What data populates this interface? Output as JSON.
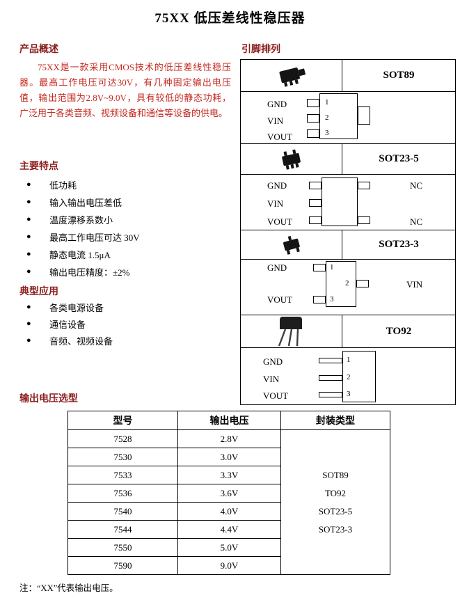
{
  "title": "75XX 低压差线性稳压器",
  "icons": {
    "bullet": "●"
  },
  "sections": {
    "overview": {
      "heading": "产品概述",
      "body": "75XX是一款采用CMOS技术的低压差线性稳压器。最高工作电压可达30V，有几种固定输出电压值，输出范围为2.8V~9.0V，具有较低的静态功耗，广泛用于各类音频、视频设备和通信等设备的供电。"
    },
    "features": {
      "heading": "主要特点",
      "items": [
        "低功耗",
        "输入输出电压差低",
        "温度漂移系数小",
        "最高工作电压可达 30V",
        "静态电流 1.5μA",
        "输出电压精度：±2%"
      ]
    },
    "applications": {
      "heading": "典型应用",
      "items": [
        "各类电源设备",
        "通信设备",
        "音频、视频设备"
      ]
    },
    "selection": {
      "heading": "输出电压选型"
    },
    "pinout": {
      "heading": "引脚排列",
      "blocks": [
        {
          "package": "SOT89",
          "pins": {
            "p1": "GND",
            "p2": "VIN",
            "p3": "VOUT"
          },
          "numbers": [
            "1",
            "2",
            "3"
          ]
        },
        {
          "package": "SOT23-5",
          "pins": {
            "p1": "GND",
            "p2": "VIN",
            "p3": "VOUT",
            "r1": "NC",
            "r2": "NC"
          }
        },
        {
          "package": "SOT23-3",
          "pins": {
            "p1": "GND",
            "p2": "VIN",
            "p3": "VOUT"
          },
          "numbers": [
            "1",
            "2",
            "3"
          ]
        },
        {
          "package": "TO92",
          "pins": {
            "p1": "GND",
            "p2": "VIN",
            "p3": "VOUT"
          },
          "numbers": [
            "1",
            "2",
            "3"
          ]
        }
      ]
    }
  },
  "table": {
    "headers": [
      "型号",
      "输出电压",
      "封装类型"
    ],
    "rows": [
      [
        "7528",
        "2.8V"
      ],
      [
        "7530",
        "3.0V"
      ],
      [
        "7533",
        "3.3V"
      ],
      [
        "7536",
        "3.6V"
      ],
      [
        "7540",
        "4.0V"
      ],
      [
        "7544",
        "4.4V"
      ],
      [
        "7550",
        "5.0V"
      ],
      [
        "7590",
        "9.0V"
      ]
    ],
    "package_types": [
      "SOT89",
      "TO92",
      "SOT23-5",
      "SOT23-3"
    ]
  },
  "footnote": "注：“XX”代表输出电压。"
}
